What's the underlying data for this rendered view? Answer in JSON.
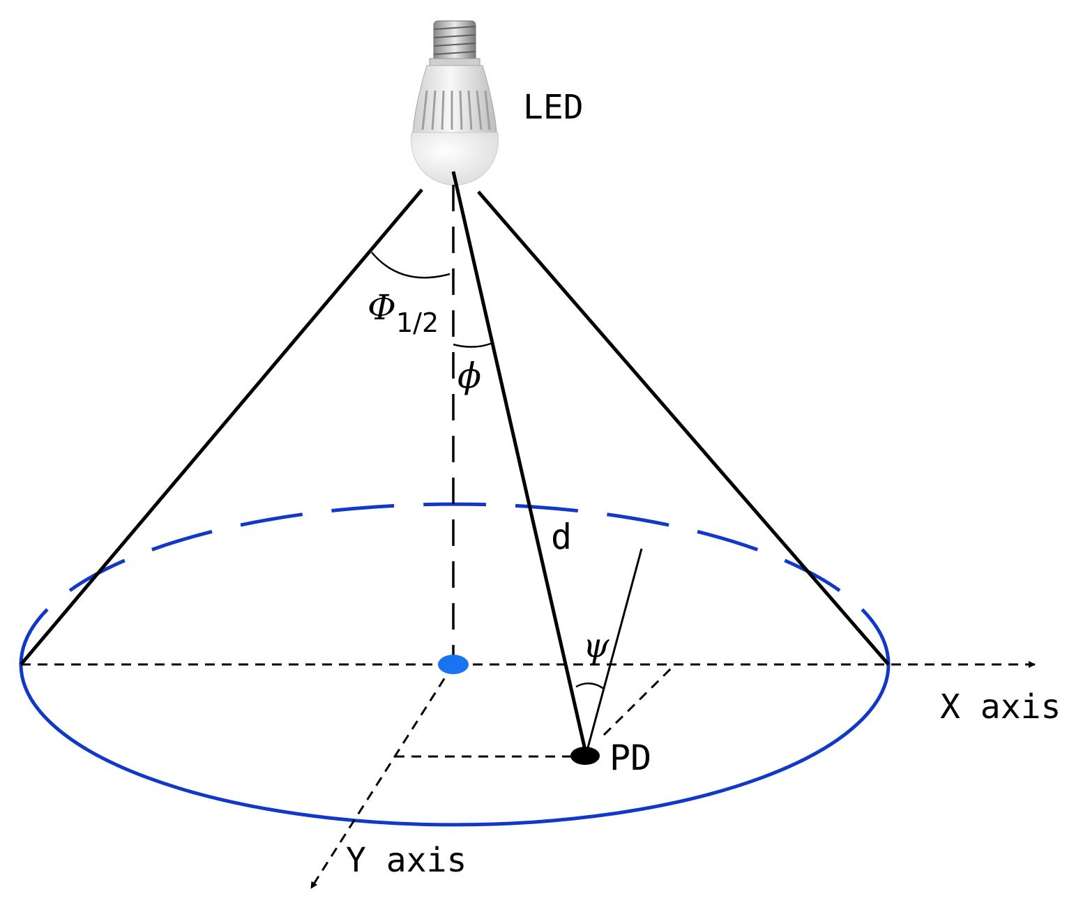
{
  "labels": {
    "led": "LED",
    "phi_half": "Φ",
    "phi_half_subscript": "1/2",
    "phi": "ϕ",
    "distance": "d",
    "psi": "ψ",
    "pd": "PD",
    "x_axis": "X axis",
    "y_axis": "Y axis"
  },
  "colors": {
    "ellipse": "#1238c8",
    "center_dot": "#1a73f0",
    "lines": "#000000"
  }
}
